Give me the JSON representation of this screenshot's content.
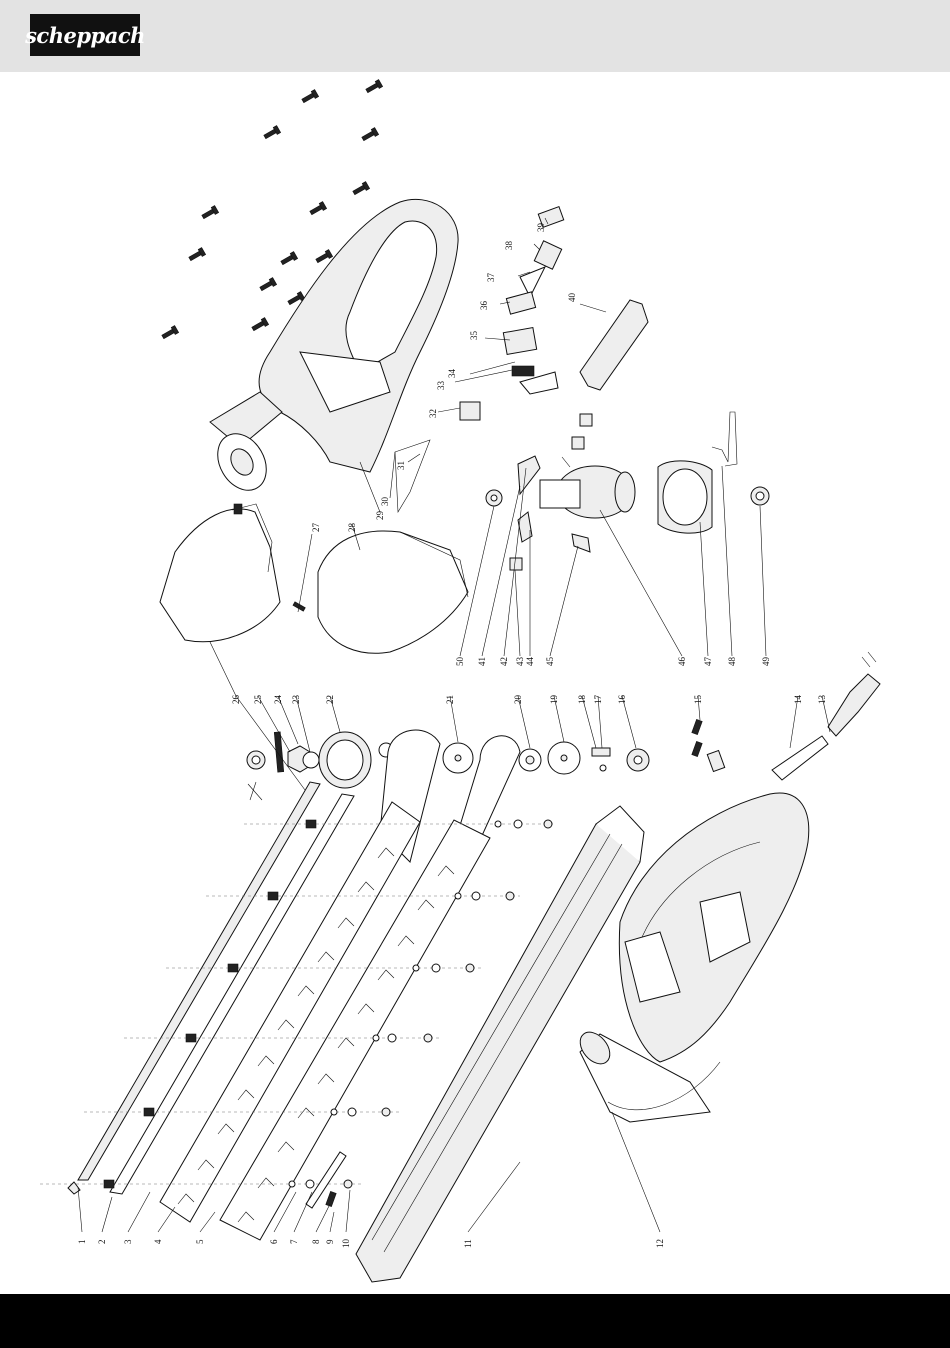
{
  "brand": {
    "logo_text": "scheppach"
  },
  "diagram": {
    "part_numbers": [
      "1",
      "2",
      "3",
      "4",
      "5",
      "6",
      "7",
      "8",
      "9",
      "10",
      "11",
      "12",
      "13",
      "14",
      "15",
      "16",
      "17",
      "18",
      "19",
      "20",
      "21",
      "22",
      "23",
      "24",
      "25",
      "26",
      "27",
      "28",
      "29",
      "30",
      "31",
      "32",
      "33",
      "34",
      "35",
      "36",
      "37",
      "38",
      "39",
      "40",
      "41",
      "42",
      "43",
      "44",
      "45",
      "46",
      "47",
      "48",
      "49",
      "50"
    ]
  },
  "colors": {
    "header_bg": "#e3e3e3",
    "footer_bg": "#000000",
    "logo_bg": "#111111",
    "logo_text": "#ffffff"
  }
}
